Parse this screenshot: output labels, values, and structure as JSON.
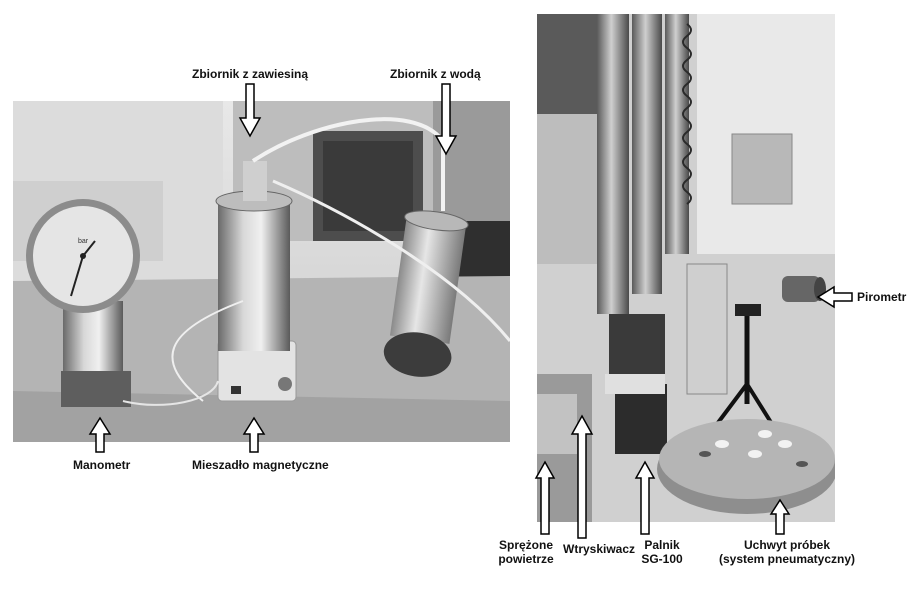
{
  "figure": {
    "left_photo": {
      "labels": {
        "suspension_tank": "Zbiornik z zawiesiną",
        "water_tank": "Zbiornik z wodą",
        "manometer": "Manometr",
        "magnetic_stirrer": "Mieszadło magnetyczne"
      },
      "manometer_dial_text": "bar"
    },
    "right_photo": {
      "labels": {
        "pyrometer": "Pirometr",
        "compressed_air": [
          "Sprężone",
          "powietrze"
        ],
        "injector": "Wtryskiwacz",
        "burner": [
          "Palnik",
          "SG-100"
        ],
        "sample_holder": [
          "Uchwyt próbek",
          "(system pneumatyczny)"
        ]
      }
    }
  }
}
